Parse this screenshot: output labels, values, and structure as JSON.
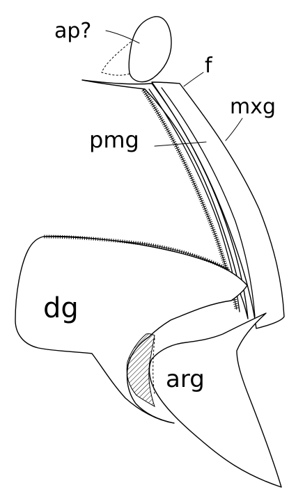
{
  "figure": {
    "labels": {
      "ap": "ap?",
      "f": "f",
      "mxg": "mxg",
      "pmg": "pmg",
      "dg": "dg",
      "arg": "arg"
    }
  }
}
